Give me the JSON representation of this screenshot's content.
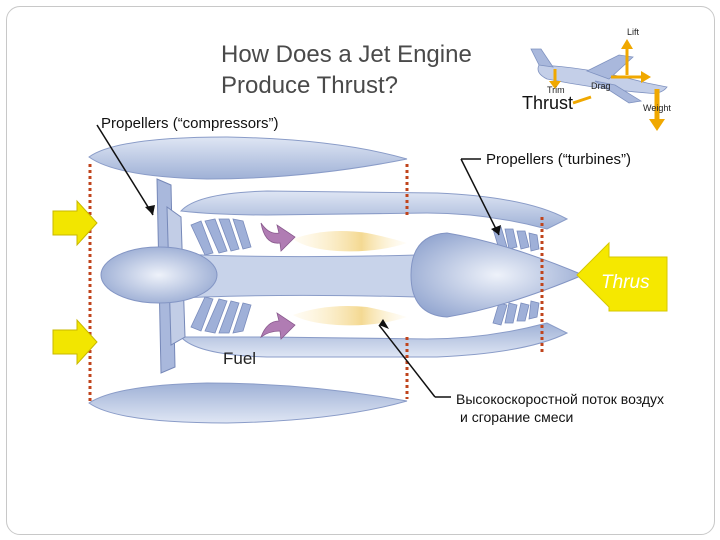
{
  "slide": {
    "title_line1": "How Does a Jet Engine",
    "title_line2": "Produce Thrust?",
    "airplane": {
      "lift": "Lift",
      "trim": "Trim",
      "drag": "Drag",
      "weight": "Weight",
      "thrust": "Thrust"
    },
    "labels": {
      "compressors": "Propellers (“compressors”)",
      "turbines": "Propellers (“turbines”)",
      "fuel": "Fuel",
      "thrust_arrow": "Thrus",
      "flow_line1": "Высокоскоростной поток воздух",
      "flow_line2": "и сгорание смеси"
    },
    "colors": {
      "engine_blue": "#b9c7e4",
      "engine_dark": "#8397c4",
      "intake_arrow": "#f2e600",
      "thrust_arrow": "#f5e800",
      "flame": "#f3d99a",
      "fuel_arrow": "#a66fa9",
      "dotted_line": "#c0441c"
    }
  }
}
